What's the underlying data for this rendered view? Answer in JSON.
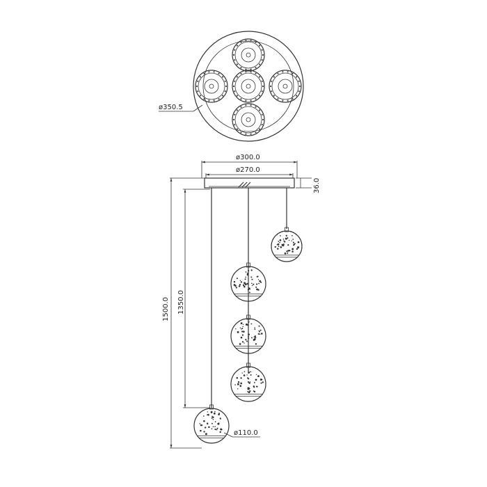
{
  "dimensions": {
    "base_diameter": "ø350.5",
    "canopy_outer": "ø300.0",
    "canopy_inner": "ø270.0",
    "canopy_height": "36.0",
    "total_height": "1500.0",
    "drop_height": "1350.0",
    "globe_diameter": "ø110.0"
  },
  "colors": {
    "line": "#333333",
    "background": "#ffffff"
  }
}
